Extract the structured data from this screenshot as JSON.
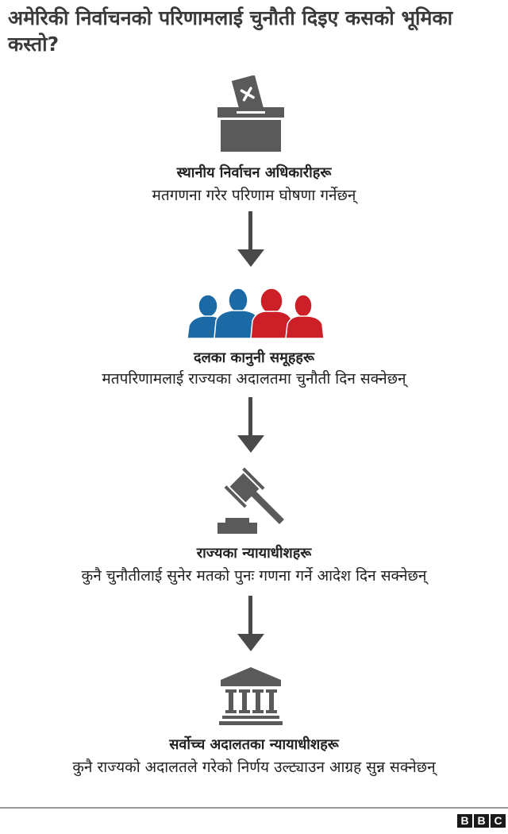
{
  "header": {
    "title": "अमेरिकी निर्वाचनको परिणामलाई चुनौती दिइए कसको भूमिका कस्तो?"
  },
  "stages": [
    {
      "icon": "ballot-box-icon",
      "title": "स्थानीय निर्वाचन अधिकारीहरू",
      "description": "मतगणना गरेर परिणाम घोषणा गर्नेछन्"
    },
    {
      "icon": "people-group-icon",
      "title": "दलका कानुनी समूहहरू",
      "description": "मतपरिणामलाई राज्यका अदालतमा चुनौती दिन सक्नेछन्"
    },
    {
      "icon": "gavel-icon",
      "title": "राज्यका न्यायाधीशहरू",
      "description": "कुनै चुनौतीलाई सुनेर मतको पुनः गणना गर्ने आदेश दिन सक्नेछन्"
    },
    {
      "icon": "courthouse-icon",
      "title": "सर्वोच्च अदालतका न्यायाधीशहरू",
      "description": "कुनै राज्यको अदालतले गरेको निर्णय उल्ट्याउन आग्रह सुन्न सक्नेछन्"
    }
  ],
  "colors": {
    "icon_gray": "#5a5a5a",
    "party_blue": "#1b6aa5",
    "party_red": "#cc1f27",
    "arrow": "#4a4a4a"
  },
  "footer": {
    "logo_letters": [
      "B",
      "B",
      "C"
    ]
  }
}
